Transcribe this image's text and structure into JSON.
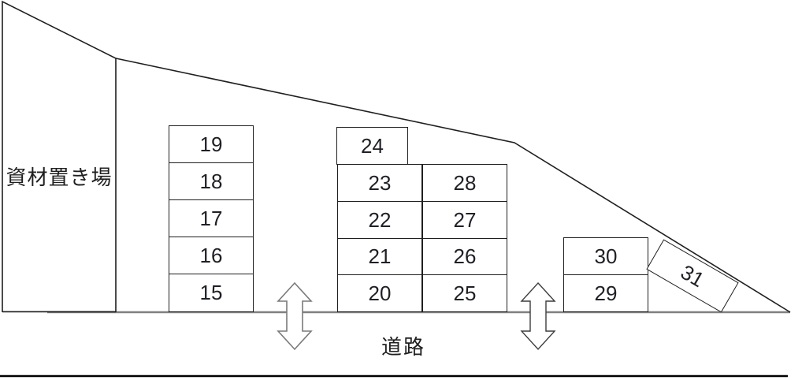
{
  "diagram": {
    "storage_area_label": "資材置き場",
    "road_label": "道路",
    "parking_spots": [
      {
        "id": 15,
        "label": "15"
      },
      {
        "id": 16,
        "label": "16"
      },
      {
        "id": 17,
        "label": "17"
      },
      {
        "id": 18,
        "label": "18"
      },
      {
        "id": 19,
        "label": "19"
      },
      {
        "id": 20,
        "label": "20"
      },
      {
        "id": 21,
        "label": "21"
      },
      {
        "id": 22,
        "label": "22"
      },
      {
        "id": 23,
        "label": "23"
      },
      {
        "id": 24,
        "label": "24"
      },
      {
        "id": 25,
        "label": "25"
      },
      {
        "id": 26,
        "label": "26"
      },
      {
        "id": 27,
        "label": "27"
      },
      {
        "id": 28,
        "label": "28"
      },
      {
        "id": 29,
        "label": "29"
      },
      {
        "id": 30,
        "label": "30"
      },
      {
        "id": 31,
        "label": "31"
      }
    ],
    "icons": {
      "access_arrow": "two-way-arrow-icon"
    },
    "colors": {
      "boundary_line": "#1f1f1f",
      "road_edge_line": "#808080",
      "spot_border": "#1f1f1f",
      "text": "#1f2026"
    }
  }
}
